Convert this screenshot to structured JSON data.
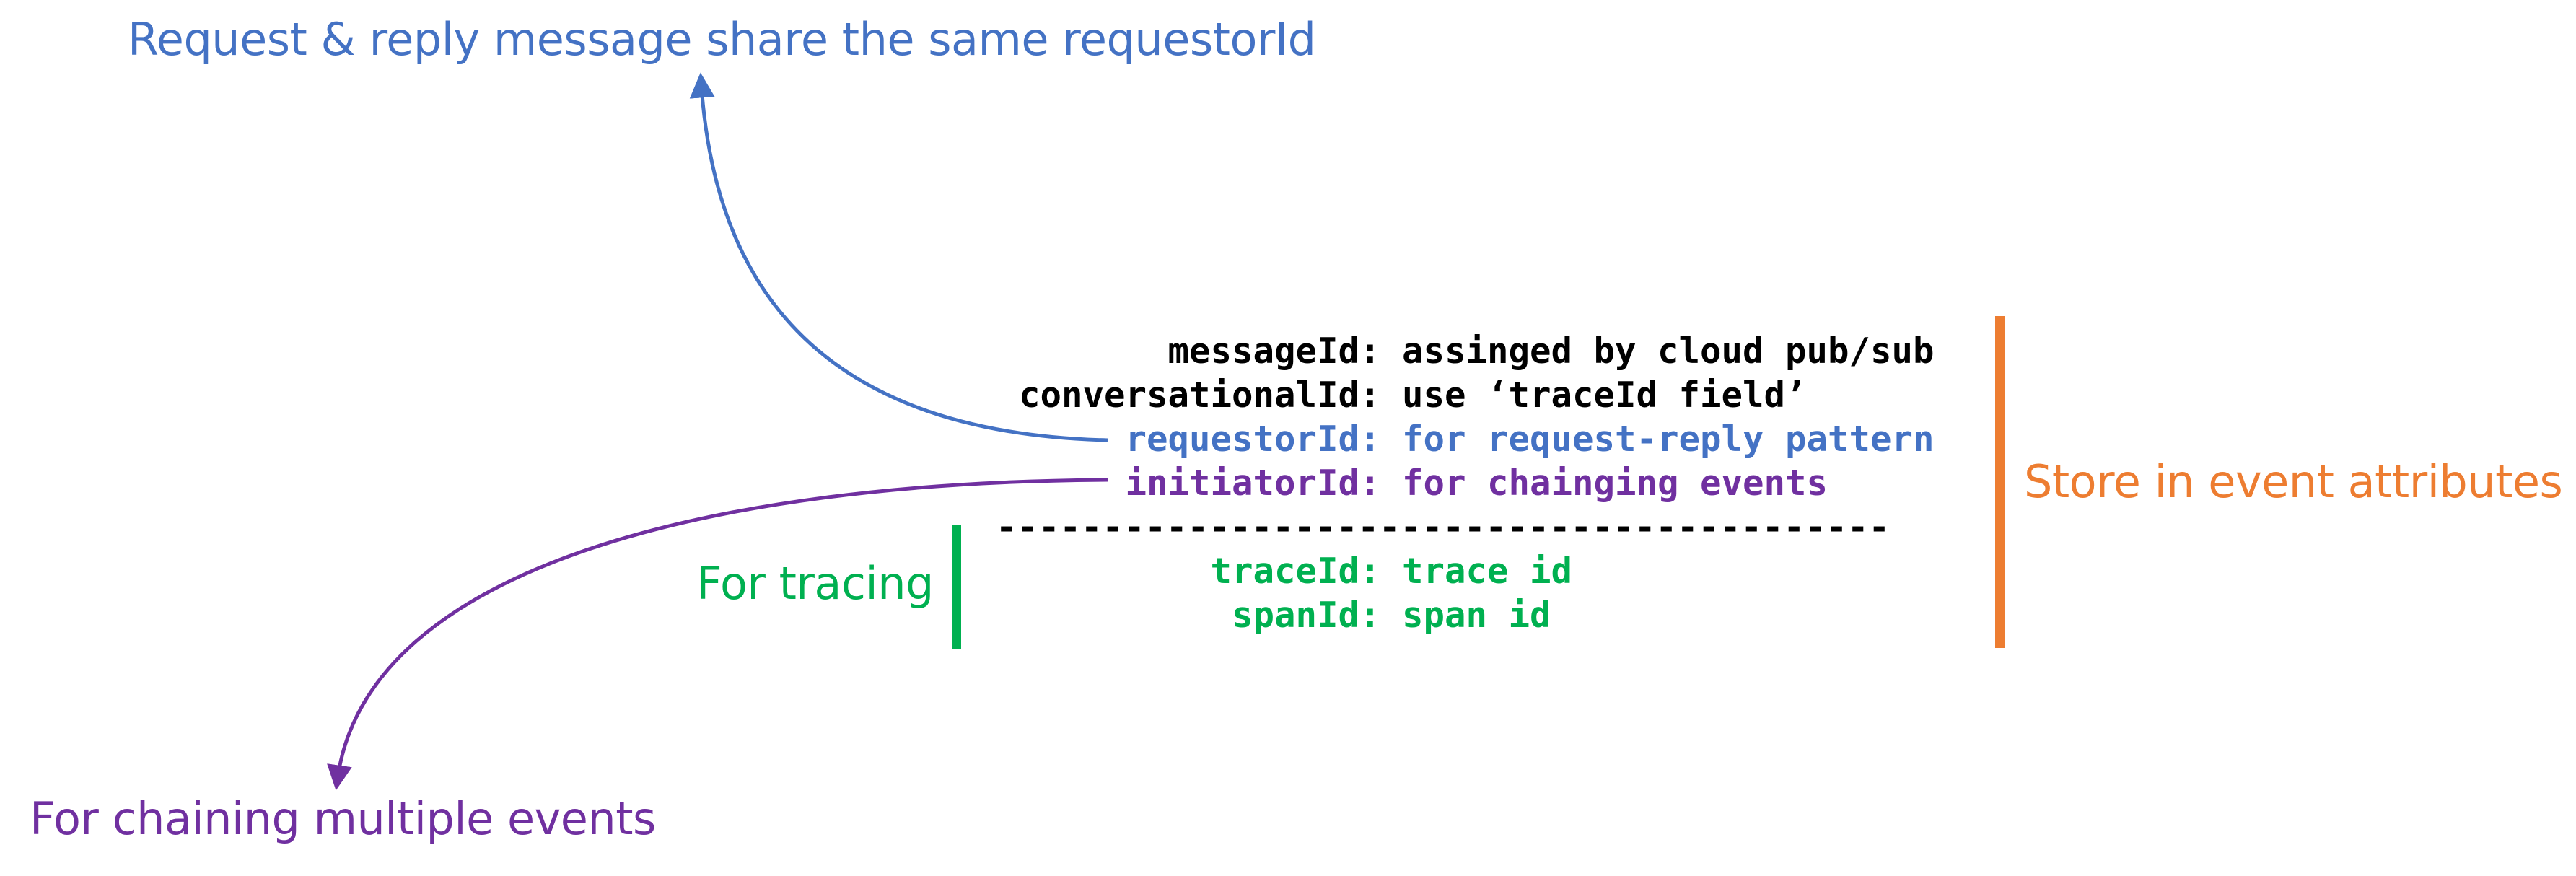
{
  "colors": {
    "blue": "#4472C4",
    "purple": "#7030A0",
    "green": "#00B050",
    "orange": "#ED7D31",
    "black": "#000000"
  },
  "callouts": {
    "requestor": "Request & reply message share the same requestorId",
    "chaining": "For chaining multiple events",
    "tracing": "For tracing",
    "store": "Store in event attributes"
  },
  "code": {
    "lines": [
      {
        "key": "messageId: ",
        "value": "assinged by cloud pub/sub",
        "color": "#000000"
      },
      {
        "key": "conversationalId: ",
        "value": "use ‘traceId field’",
        "color": "#000000"
      },
      {
        "key": "requestorId: ",
        "value": "for request-reply pattern",
        "color": "#4472C4"
      },
      {
        "key": "initiatorId: ",
        "value": "for chainging events",
        "color": "#7030A0"
      }
    ],
    "separator": "------------------------------------------",
    "tracing_lines": [
      {
        "key": "traceId: ",
        "value": "trace id",
        "color": "#00B050"
      },
      {
        "key": "spanId: ",
        "value": "span id",
        "color": "#00B050"
      }
    ]
  }
}
